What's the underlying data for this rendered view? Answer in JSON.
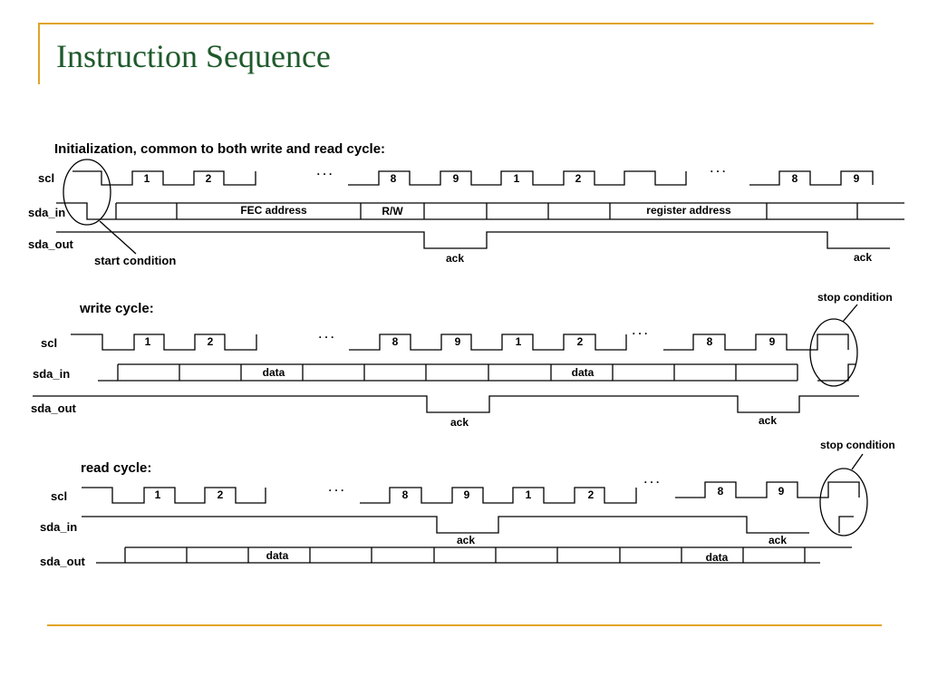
{
  "slide": {
    "title": "Instruction Sequence",
    "colors": {
      "title": "#1f5a2b",
      "rule": "#e0a526",
      "ink": "#000000"
    }
  },
  "diagram": {
    "init": {
      "heading": "Initialization, common to both write and read cycle:",
      "signals": [
        "scl",
        "sda_in",
        "sda_out"
      ],
      "scl_labels": [
        "1",
        "2",
        "8",
        "9",
        "1",
        "2",
        "8",
        "9"
      ],
      "ellipsis": ". . .",
      "fields": [
        "FEC address",
        "R/W",
        "register address"
      ],
      "ack_labels": [
        "ack",
        "ack"
      ],
      "annotation": "start condition"
    },
    "write": {
      "heading": "write cycle:",
      "signals": [
        "scl",
        "sda_in",
        "sda_out"
      ],
      "scl_labels": [
        "1",
        "2",
        "8",
        "9",
        "1",
        "2",
        "8",
        "9"
      ],
      "ellipsis": ". . .",
      "fields": [
        "data",
        "data"
      ],
      "ack_labels": [
        "ack",
        "ack"
      ],
      "annotation": "stop condition"
    },
    "read": {
      "heading": "read cycle:",
      "signals": [
        "scl",
        "sda_in",
        "sda_out"
      ],
      "scl_labels": [
        "1",
        "2",
        "8",
        "9",
        "1",
        "2",
        "8",
        "9"
      ],
      "ellipsis": ". . .",
      "fields": [
        "data",
        "data"
      ],
      "ack_labels": [
        "ack",
        "ack"
      ],
      "annotation": "stop condition"
    }
  }
}
